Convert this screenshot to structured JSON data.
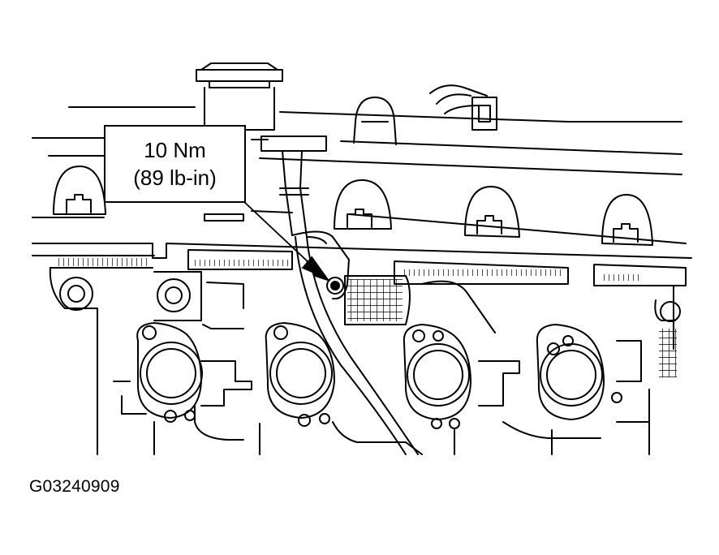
{
  "callout": {
    "torque_nm": "10 Nm",
    "torque_lbin": "(89 lb-in)"
  },
  "figure_id": "G03240909",
  "colors": {
    "line": "#000000",
    "background": "#ffffff"
  }
}
